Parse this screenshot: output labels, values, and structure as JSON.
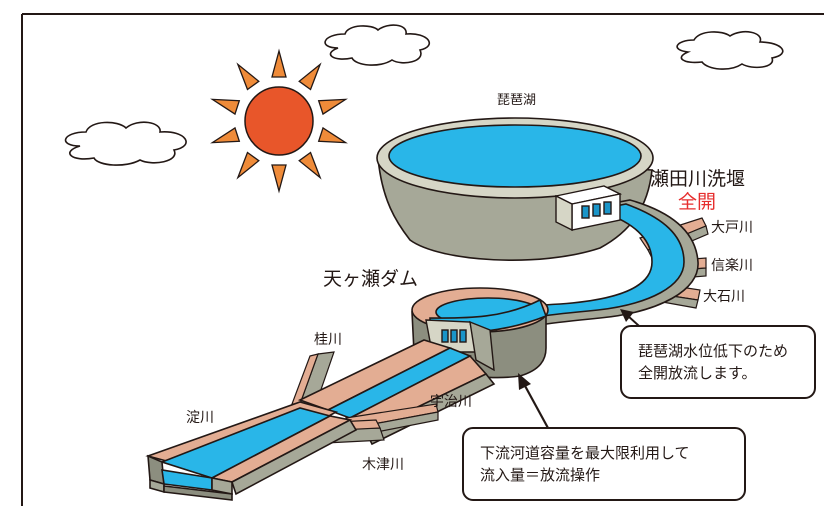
{
  "colors": {
    "frame": "#231815",
    "water": "#29b6e8",
    "water_deep": "#1a95c9",
    "wall_top": "#d6d6c6",
    "wall_side": "#a6a898",
    "wall_dark": "#8c8e7f",
    "earth": "#e3ad93",
    "earth_light": "#efc5ad",
    "sun": "#e8562a",
    "sun_ray": "#ef8b39",
    "red_text": "#e62e2e"
  },
  "icons": {
    "sun": "sun-icon",
    "cloud": "cloud-icon",
    "arrow": "arrow-icon"
  },
  "labels": {
    "lake": "琵琶湖",
    "seta_weir": "瀬田川洗堰",
    "seta_status": "全開",
    "oto": "大戸川",
    "shigaraki": "信楽川",
    "oishi": "大石川",
    "amagase": "天ヶ瀬ダム",
    "katsura": "桂川",
    "uji": "宇治川",
    "yodo": "淀川",
    "kizu": "木津川"
  },
  "callouts": {
    "lake_note": {
      "line1": "琵琶湖水位低下のため",
      "line2": "全開放流します。"
    },
    "dam_note": {
      "line1": "下流河道容量を最大限利用して",
      "line2": "流入量＝放流操作"
    }
  }
}
